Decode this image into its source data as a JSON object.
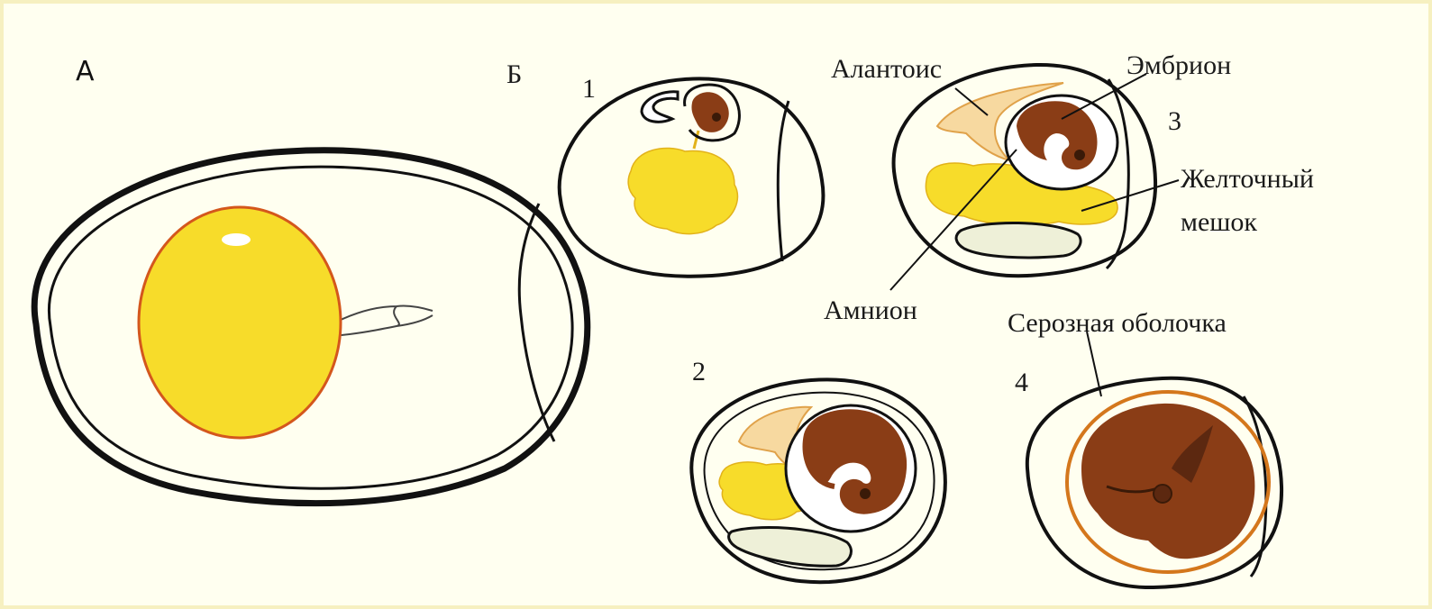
{
  "panels": {
    "a_letter": "А",
    "b_letter": "Б"
  },
  "stages": {
    "s1": "1",
    "s2": "2",
    "s3": "3",
    "s4": "4"
  },
  "labels": {
    "allantois": "Алантоис",
    "embryo": "Эмбрион",
    "yolk_sac_line1": "Желточный",
    "yolk_sac_line2": "мешок",
    "amnion": "Амнион",
    "serosa": "Серозная оболочка"
  },
  "colors": {
    "yolk": "#f7dc2a",
    "yolk_outline": "#d4571c",
    "embryo": "#8a3d16",
    "allantois": "#f7d9a0",
    "shell": "#111111"
  }
}
